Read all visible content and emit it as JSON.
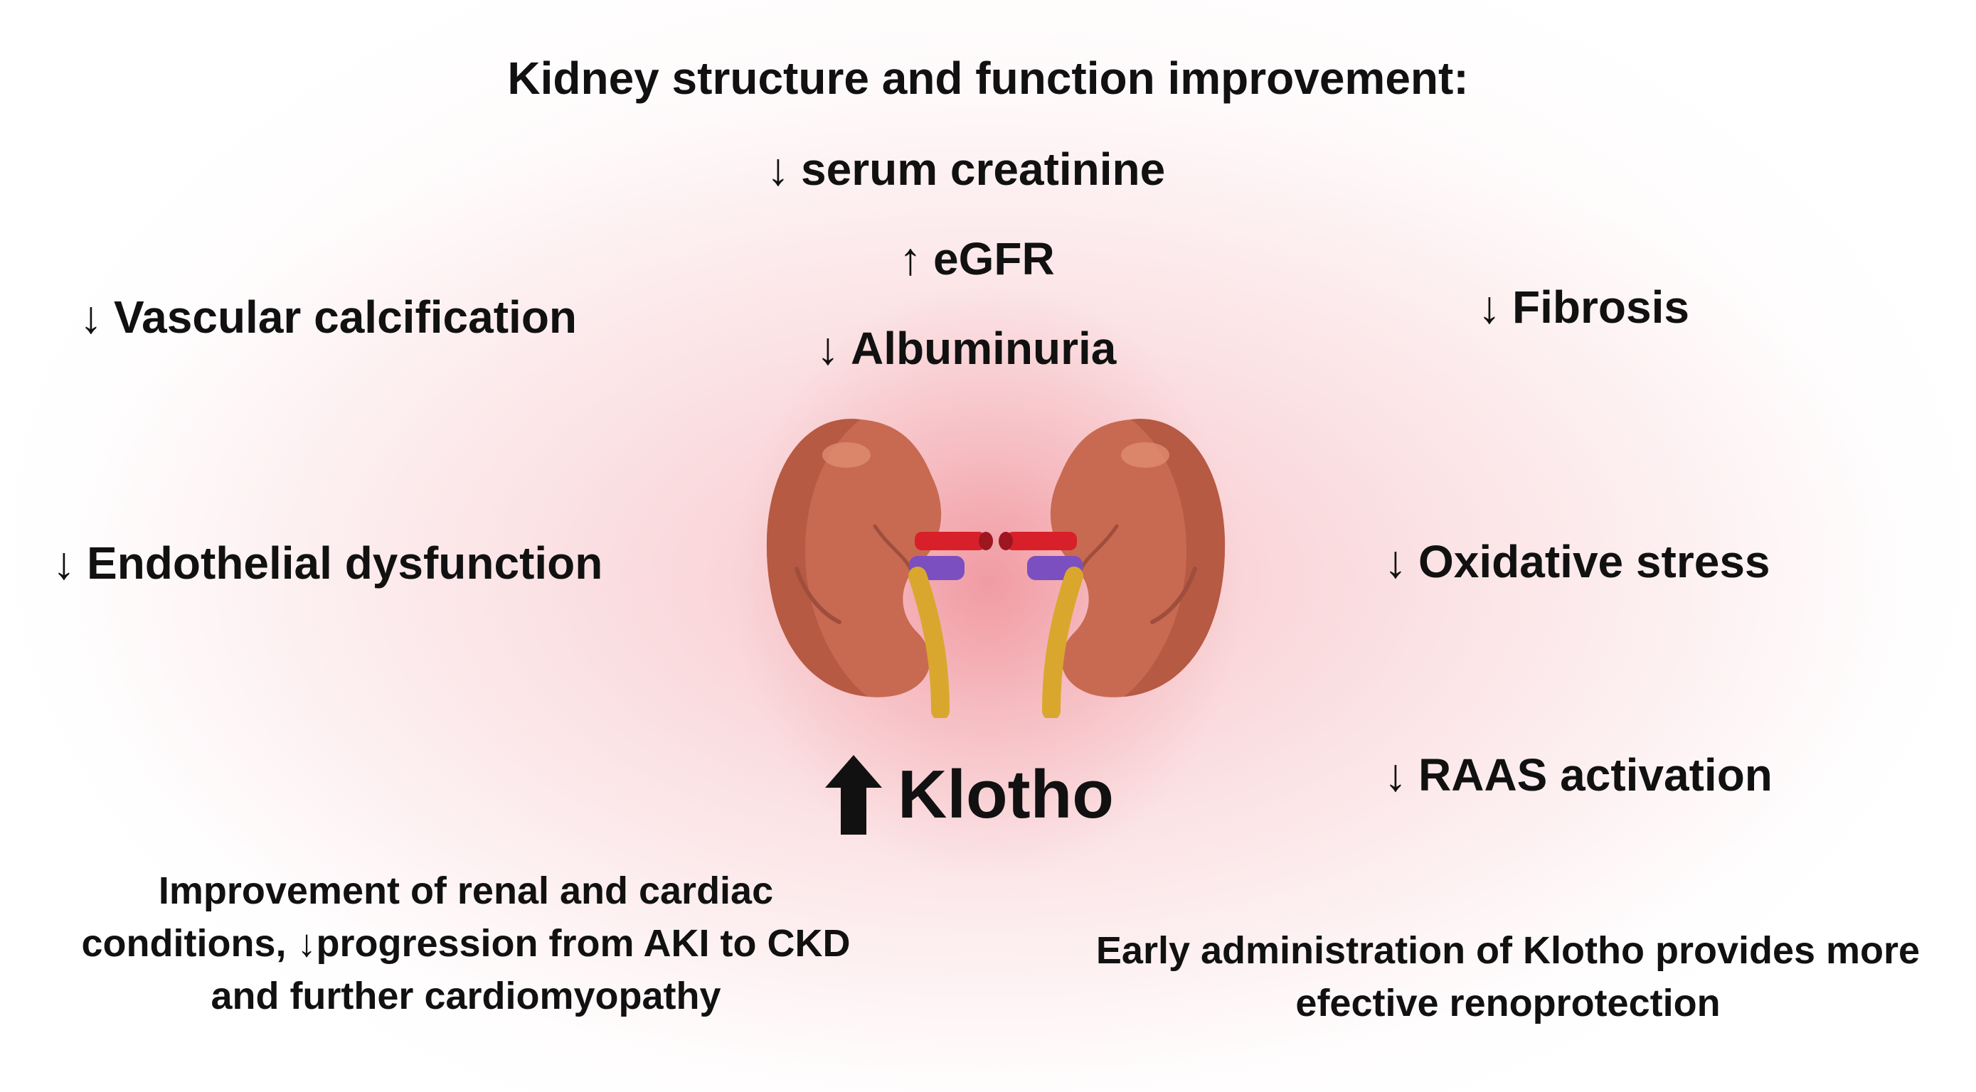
{
  "title": "Kidney structure and function improvement:",
  "center_items": [
    {
      "arrow": "↓",
      "text": "serum creatinine"
    },
    {
      "arrow": "↑",
      "text": "eGFR"
    },
    {
      "arrow": "↓",
      "text": "Albuminuria"
    }
  ],
  "left_items": [
    {
      "arrow": "↓",
      "text": "Vascular calcification"
    },
    {
      "arrow": "↓",
      "text": "Endothelial dysfunction"
    }
  ],
  "right_items": [
    {
      "arrow": "↓",
      "text": "Fibrosis"
    },
    {
      "arrow": "↓",
      "text": "Oxidative stress"
    },
    {
      "arrow": "↓",
      "text": "RAAS activation"
    }
  ],
  "klotho_label": "Klotho",
  "bottom_left": "Improvement of renal and cardiac conditions, ↓progression from AKI to CKD and further cardiomyopathy",
  "bottom_right": "Early administration of Klotho provides more efective renoprotection",
  "colors": {
    "glow": "#EC7882",
    "kidney": "#C86A52",
    "artery": "#D8202A",
    "vein": "#7B4FC0",
    "ureter": "#D9A72E"
  }
}
